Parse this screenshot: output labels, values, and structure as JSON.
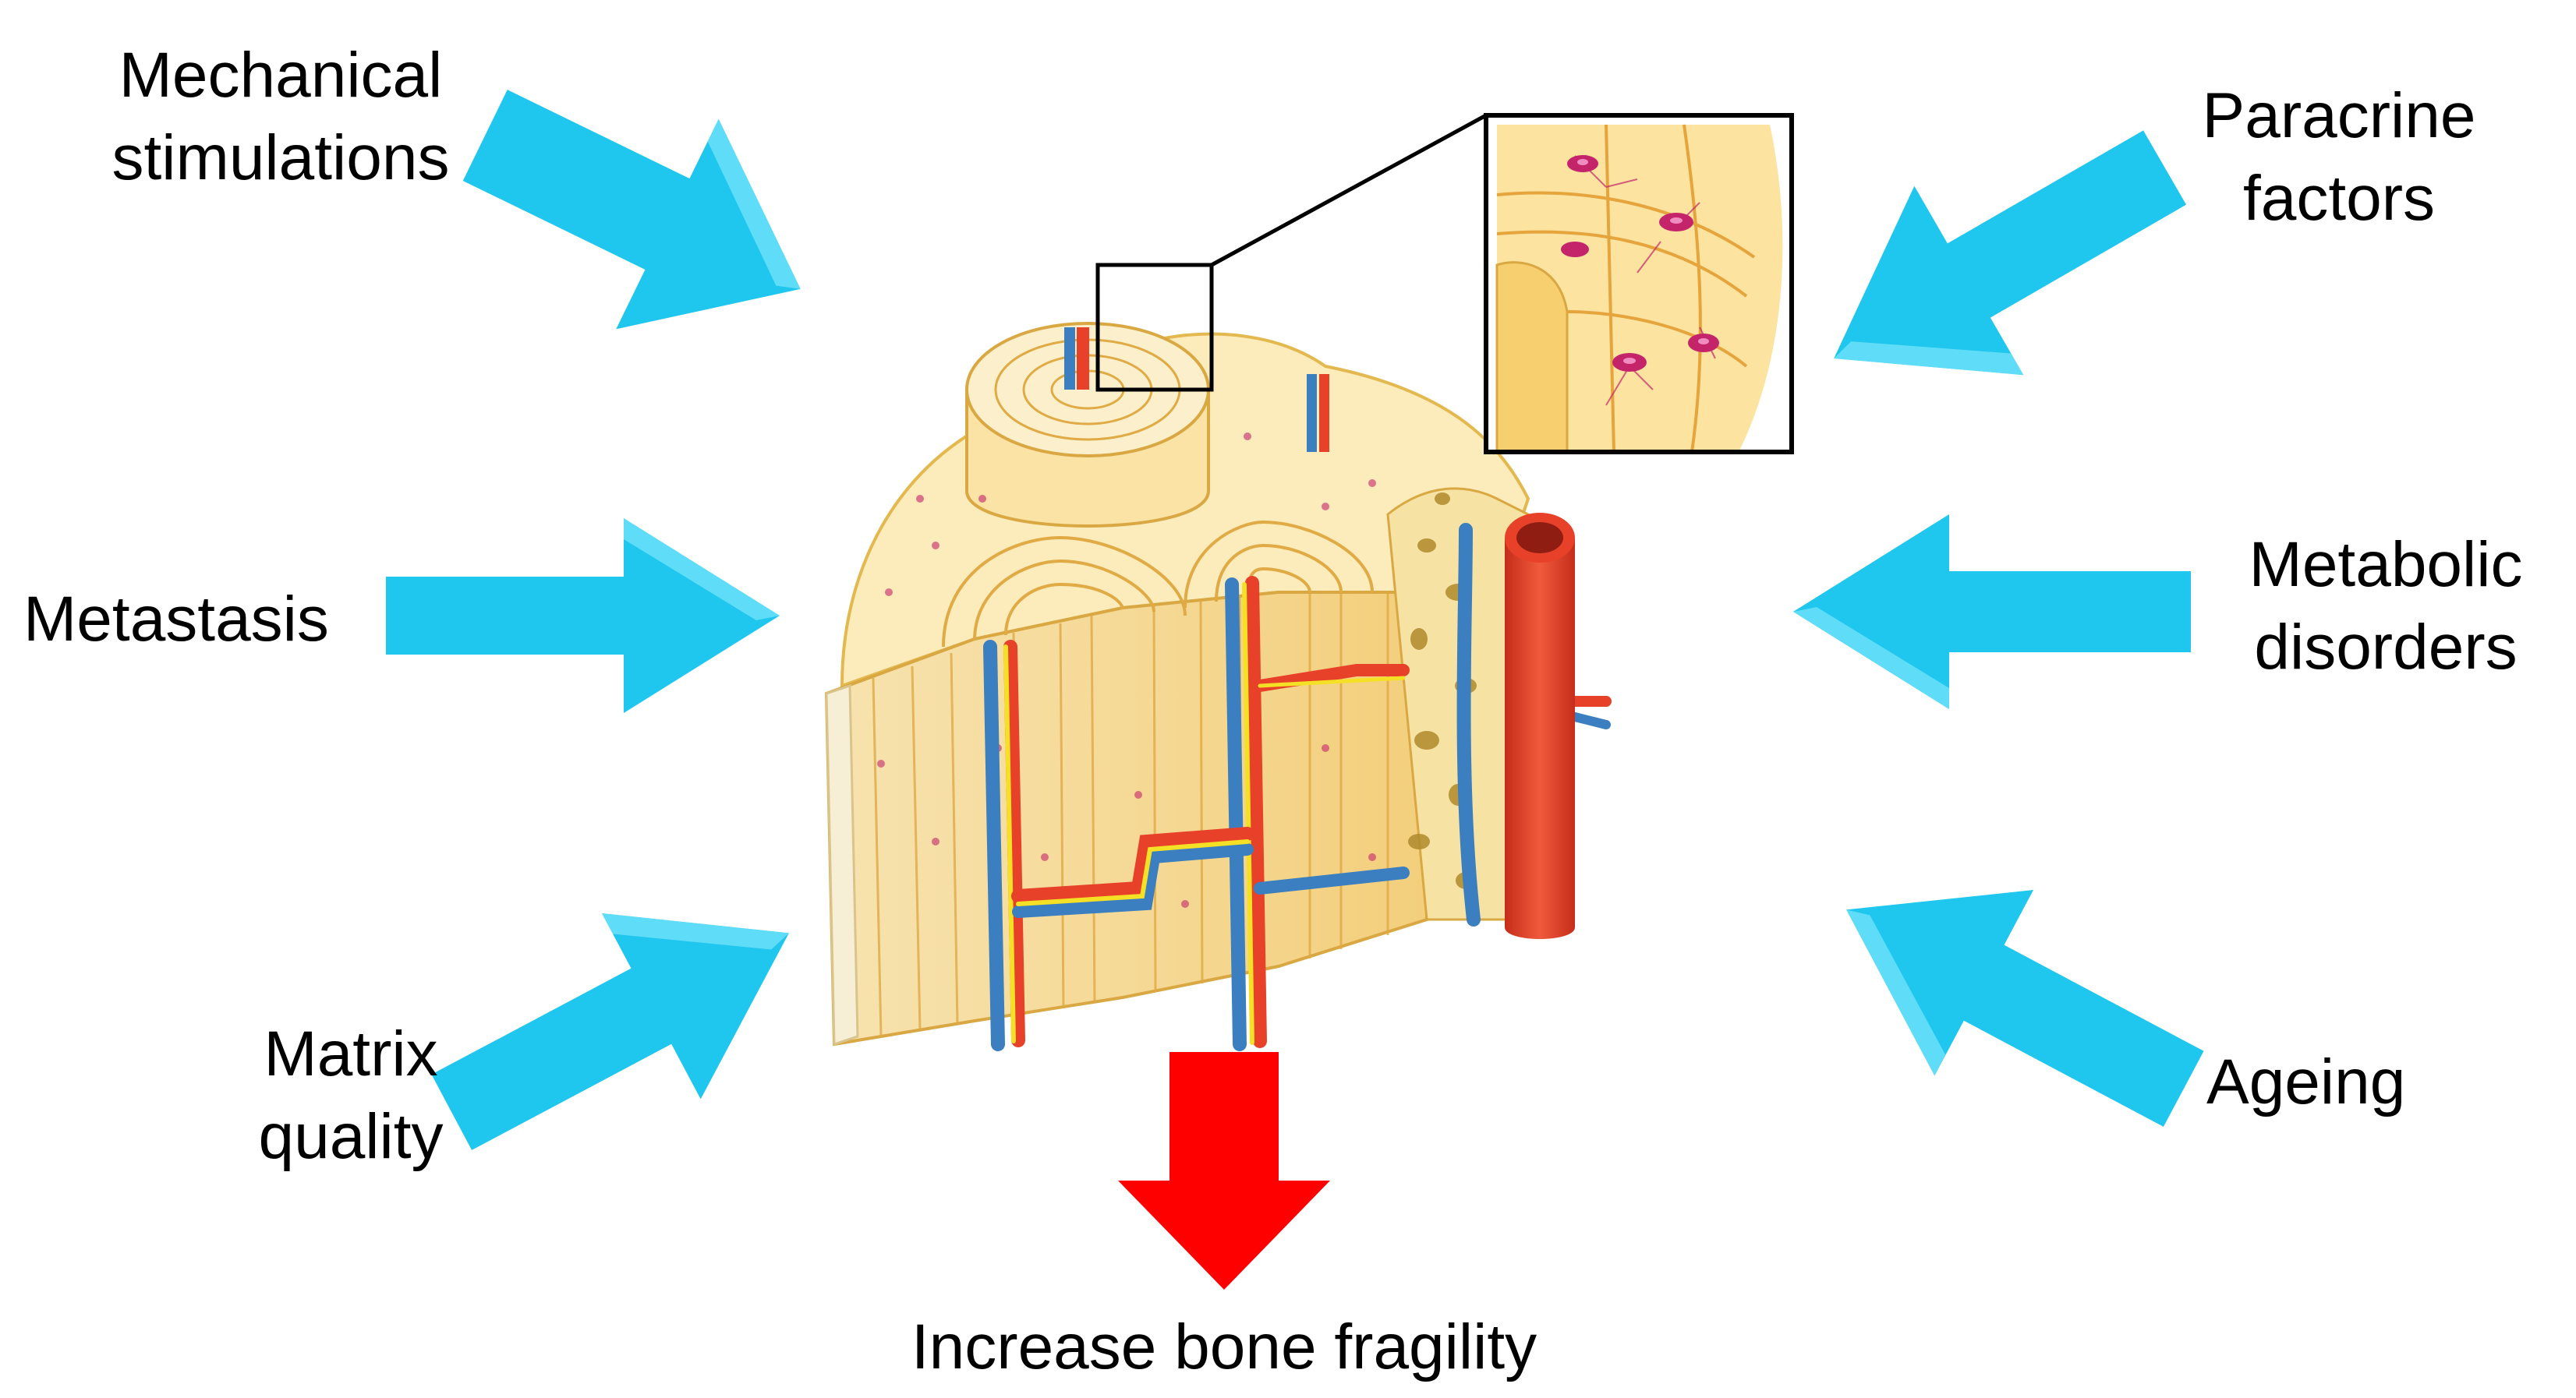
{
  "factors": {
    "mechanical": [
      "Mechanical",
      "stimulations"
    ],
    "metastasis": [
      "Metastasis"
    ],
    "matrix": [
      "Matrix",
      "quality"
    ],
    "paracrine": [
      "Paracrine",
      "factors"
    ],
    "metabolic": [
      "Metabolic",
      "disorders"
    ],
    "ageing": [
      "Ageing"
    ]
  },
  "outcome": "Increase bone fragility",
  "colors": {
    "factor_arrow": "#1fc6ee",
    "outcome_arrow": "#ff0000",
    "bone_fill": "#f8dd96",
    "bone_light": "#fcebbb",
    "artery": "#e8412a",
    "vein": "#3b7fc0",
    "nerve": "#f4e024",
    "osteocyte": "#c4246a"
  }
}
